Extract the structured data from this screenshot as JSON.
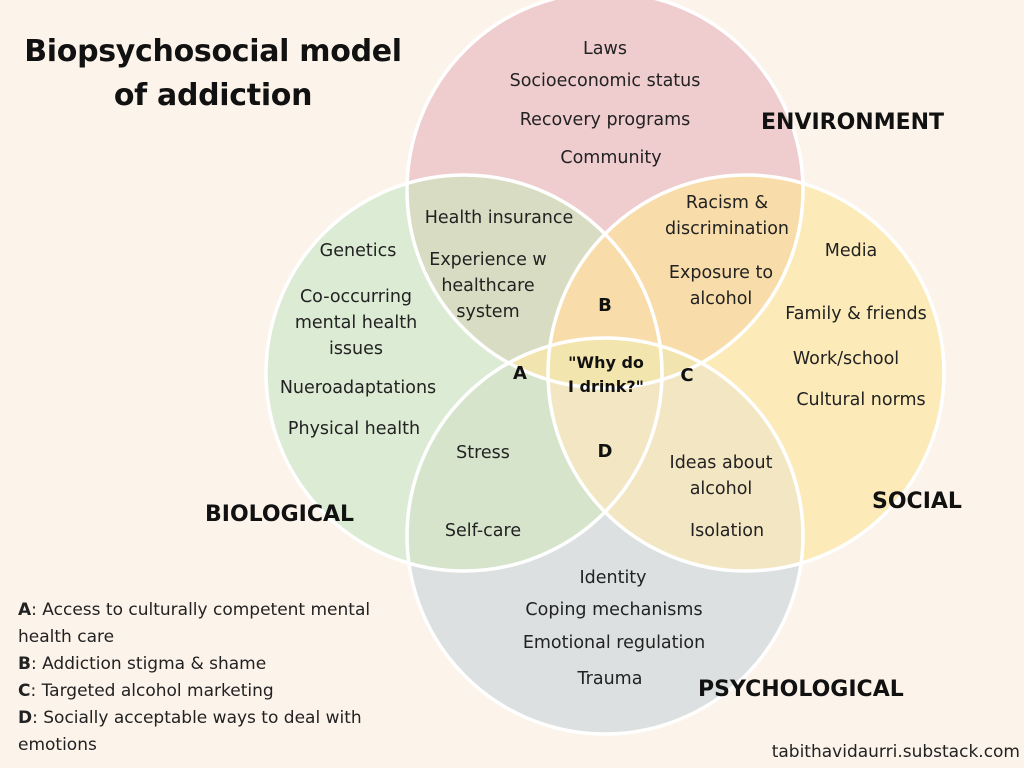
{
  "title": "Biopsychosocial model of addiction",
  "colors": {
    "background": "#fcf3ea",
    "environment": "#efccce",
    "biological": "#dcebd4",
    "social": "#fcebb8",
    "psychological": "#dde0e0",
    "outline": "#ffffff"
  },
  "categories": {
    "environment": "ENVIRONMENT",
    "biological": "BIOLOGICAL",
    "social": "SOCIAL",
    "psychological": "PSYCHOLOGICAL"
  },
  "environment_items": [
    "Laws",
    "Socioeconomic status",
    "Recovery programs",
    "Community"
  ],
  "biological_items": [
    "Genetics",
    "Co-occurring\nmental health\nissues",
    "Nueroadaptations",
    "Physical health"
  ],
  "social_items": [
    "Media",
    "Family & friends",
    "Work/school",
    "Cultural norms"
  ],
  "psychological_items": [
    "Identity",
    "Coping mechanisms",
    "Emotional regulation",
    "Trauma"
  ],
  "env_bio_items": [
    "Health insurance",
    "Experience w\nhealthcare\nsystem"
  ],
  "env_social_items": [
    "Racism &\ndiscrimination",
    "Exposure to\nalcohol"
  ],
  "bio_psych_items": [
    "Stress",
    "Self-care"
  ],
  "social_psych_items": [
    "Ideas about\nalcohol",
    "Isolation"
  ],
  "region_labels": {
    "a": "A",
    "b": "B",
    "c": "C",
    "d": "D"
  },
  "center": "\"Why do\nI drink?\"",
  "legend": [
    {
      "key": "A",
      "text": ": Access to culturally competent mental health care"
    },
    {
      "key": "B",
      "text": ": Addiction stigma & shame"
    },
    {
      "key": "C",
      "text": ": Targeted alcohol marketing"
    },
    {
      "key": "D",
      "text": ": Socially acceptable ways to deal with emotions"
    }
  ],
  "credit": "tabithavidaurri.substack.com"
}
